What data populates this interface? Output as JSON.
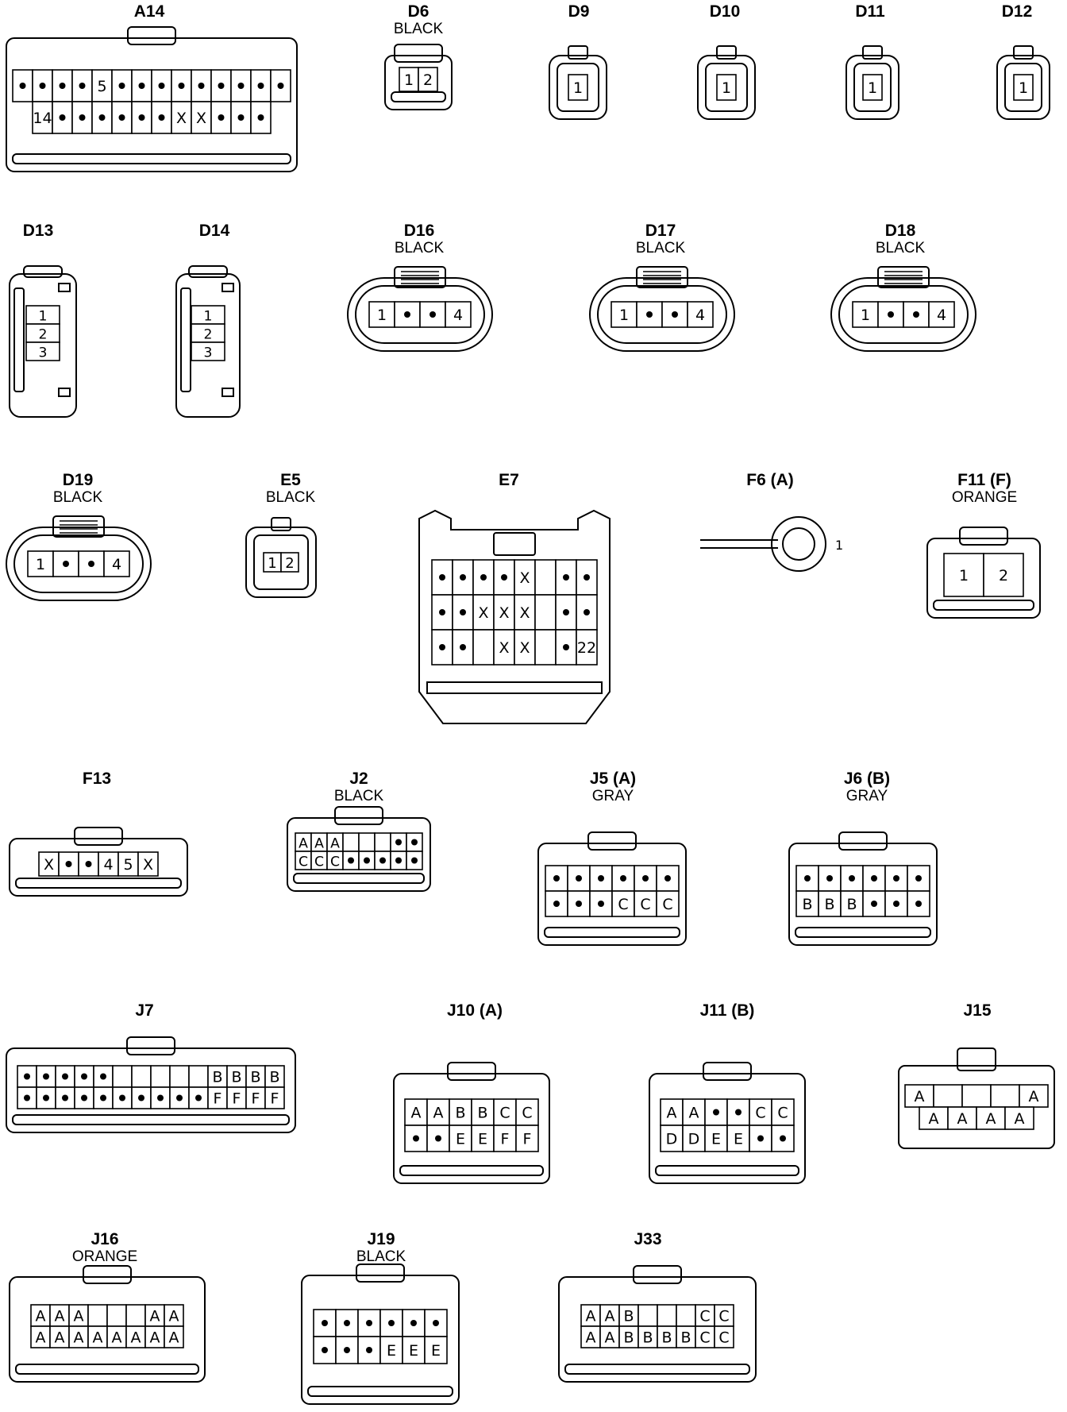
{
  "title": "",
  "connectors": [
    {
      "id": "A14",
      "name": "A14",
      "color": "",
      "rows": [
        [
          "•",
          "•",
          "•",
          "•",
          "5",
          "•",
          "•",
          "•",
          "•",
          "•",
          "•",
          "•",
          "•",
          "•"
        ],
        [
          "14",
          "•",
          "•",
          "•",
          "•",
          "•",
          "•",
          "X",
          "X",
          "•",
          "•",
          "•"
        ]
      ]
    },
    {
      "id": "D6",
      "name": "D6",
      "color": "BLACK",
      "rows": [
        [
          "1",
          "2"
        ]
      ]
    },
    {
      "id": "D9",
      "name": "D9",
      "color": "",
      "rows": [
        [
          "1"
        ]
      ]
    },
    {
      "id": "D10",
      "name": "D10",
      "color": "",
      "rows": [
        [
          "1"
        ]
      ]
    },
    {
      "id": "D11",
      "name": "D11",
      "color": "",
      "rows": [
        [
          "1"
        ]
      ]
    },
    {
      "id": "D12",
      "name": "D12",
      "color": "",
      "rows": [
        [
          "1"
        ]
      ]
    },
    {
      "id": "D13",
      "name": "D13",
      "color": "",
      "rows": [
        [
          "1"
        ],
        [
          "2"
        ],
        [
          "3"
        ]
      ]
    },
    {
      "id": "D14",
      "name": "D14",
      "color": "",
      "rows": [
        [
          "1"
        ],
        [
          "2"
        ],
        [
          "3"
        ]
      ]
    },
    {
      "id": "D16",
      "name": "D16",
      "color": "BLACK",
      "rows": [
        [
          "1",
          "•",
          "•",
          "4"
        ]
      ]
    },
    {
      "id": "D17",
      "name": "D17",
      "color": "BLACK",
      "rows": [
        [
          "1",
          "•",
          "•",
          "4"
        ]
      ]
    },
    {
      "id": "D18",
      "name": "D18",
      "color": "BLACK",
      "rows": [
        [
          "1",
          "•",
          "•",
          "4"
        ]
      ]
    },
    {
      "id": "D19",
      "name": "D19",
      "color": "BLACK",
      "rows": [
        [
          "1",
          "•",
          "•",
          "4"
        ]
      ]
    },
    {
      "id": "E5",
      "name": "E5",
      "color": "BLACK",
      "rows": [
        [
          "1",
          "2"
        ]
      ]
    },
    {
      "id": "E7",
      "name": "E7",
      "color": "",
      "rows": [
        [
          "•",
          "•",
          "•",
          "•",
          "X",
          "",
          "•",
          "•"
        ],
        [
          "•",
          "•",
          "X",
          "X",
          "X",
          "",
          "•",
          "•"
        ],
        [
          "•",
          "•",
          "",
          "X",
          "X",
          "",
          "•",
          "22"
        ]
      ]
    },
    {
      "id": "F6",
      "name": "F6 (A)",
      "color": "",
      "pin": "1"
    },
    {
      "id": "F11",
      "name": "F11 (F)",
      "color": "ORANGE",
      "rows": [
        [
          "1",
          "2"
        ]
      ]
    },
    {
      "id": "F13",
      "name": "F13",
      "color": "",
      "rows": [
        [
          "X",
          "•",
          "•",
          "4",
          "5",
          "X"
        ]
      ]
    },
    {
      "id": "J2",
      "name": "J2",
      "color": "BLACK",
      "rows": [
        [
          "A",
          "A",
          "A",
          "",
          "",
          "",
          "•",
          "•"
        ],
        [
          "C",
          "C",
          "C",
          "•",
          "•",
          "•",
          "•",
          "•"
        ]
      ]
    },
    {
      "id": "J5",
      "name": "J5 (A)",
      "color": "GRAY",
      "rows": [
        [
          "•",
          "•",
          "•",
          "•",
          "•",
          "•"
        ],
        [
          "•",
          "•",
          "•",
          "C",
          "C",
          "C"
        ]
      ]
    },
    {
      "id": "J6",
      "name": "J6 (B)",
      "color": "GRAY",
      "rows": [
        [
          "•",
          "•",
          "•",
          "•",
          "•",
          "•"
        ],
        [
          "B",
          "B",
          "B",
          "•",
          "•",
          "•"
        ]
      ]
    },
    {
      "id": "J7",
      "name": "J7",
      "color": "",
      "rows": [
        [
          "•",
          "•",
          "•",
          "•",
          "•",
          "",
          "",
          "",
          "",
          "",
          "B",
          "B",
          "B",
          "B"
        ],
        [
          "•",
          "•",
          "•",
          "•",
          "•",
          "•",
          "•",
          "•",
          "•",
          "•",
          "F",
          "F",
          "F",
          "F"
        ]
      ]
    },
    {
      "id": "J10",
      "name": "J10 (A)",
      "color": "",
      "rows": [
        [
          "A",
          "A",
          "B",
          "B",
          "C",
          "C"
        ],
        [
          "•",
          "•",
          "E",
          "E",
          "F",
          "F"
        ]
      ]
    },
    {
      "id": "J11",
      "name": "J11 (B)",
      "color": "",
      "rows": [
        [
          "A",
          "A",
          "•",
          "•",
          "C",
          "C"
        ],
        [
          "D",
          "D",
          "E",
          "E",
          "•",
          "•"
        ]
      ]
    },
    {
      "id": "J15",
      "name": "J15",
      "color": "",
      "rows": [
        [
          "A",
          "",
          "",
          "",
          "A"
        ],
        [
          "A",
          "A",
          "A",
          "A"
        ]
      ]
    },
    {
      "id": "J16",
      "name": "J16",
      "color": "ORANGE",
      "rows": [
        [
          "A",
          "A",
          "A",
          "",
          "",
          "",
          "A",
          "A"
        ],
        [
          "A",
          "A",
          "A",
          "A",
          "A",
          "A",
          "A",
          "A"
        ]
      ]
    },
    {
      "id": "J19",
      "name": "J19",
      "color": "BLACK",
      "rows": [
        [
          "•",
          "•",
          "•",
          "•",
          "•",
          "•"
        ],
        [
          "•",
          "•",
          "•",
          "E",
          "E",
          "E"
        ]
      ]
    },
    {
      "id": "J33",
      "name": "J33",
      "color": "",
      "rows": [
        [
          "A",
          "A",
          "B",
          "",
          "",
          "",
          "C",
          "C"
        ],
        [
          "A",
          "A",
          "B",
          "B",
          "B",
          "B",
          "C",
          "C"
        ]
      ]
    }
  ]
}
